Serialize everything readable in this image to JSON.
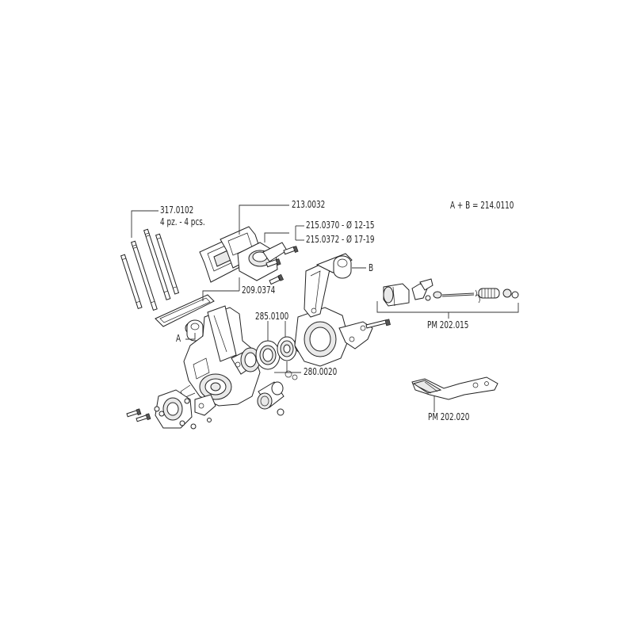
{
  "labels": {
    "p317": "317.0102",
    "p317_qty": "4 pz. - 4 pcs.",
    "p213": "213.0032",
    "p215a": "215.0370 - Ø 12-15",
    "p215b": "215.0372 - Ø 17-19",
    "p209": "209.0374",
    "p285": "285.0100",
    "p280": "280.0020",
    "marker_a": "A",
    "marker_b": "B",
    "ab_kit": "A + B = 214.0110",
    "pm015": "PM 202.015",
    "pm020": "PM 202.020"
  },
  "colors": {
    "line": "#333333",
    "text": "#222222",
    "background": "#ffffff"
  }
}
